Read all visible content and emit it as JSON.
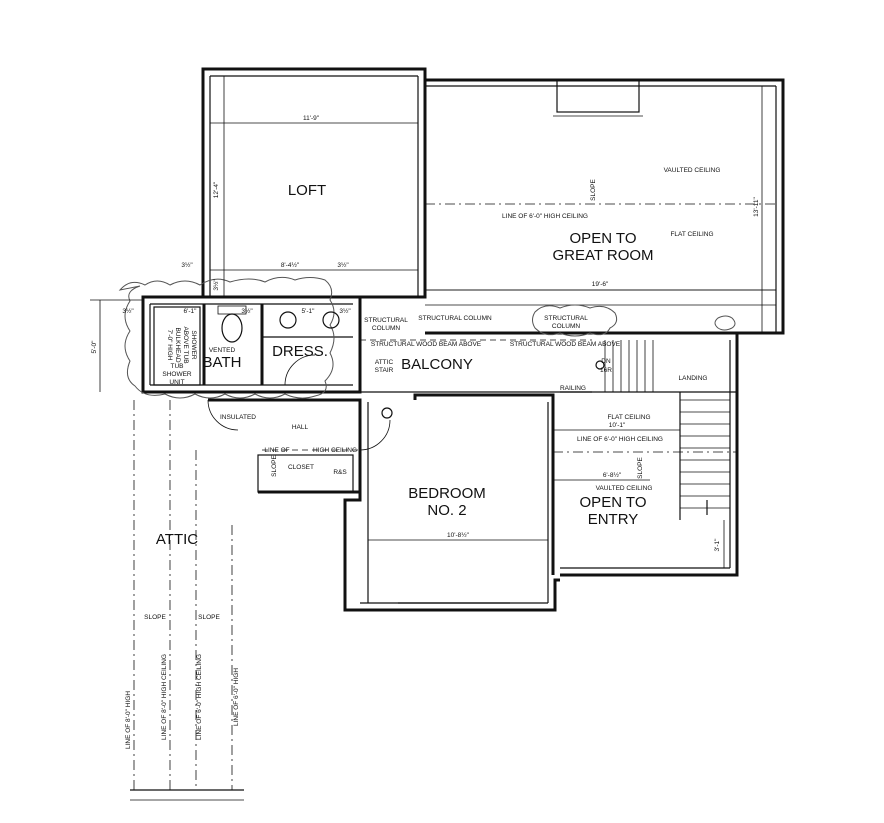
{
  "rooms": {
    "loft": "LOFT",
    "open_great_1": "OPEN TO",
    "open_great_2": "GREAT ROOM",
    "bath": "BATH",
    "dress": "DRESS.",
    "balcony": "BALCONY",
    "bedroom_1": "BEDROOM",
    "bedroom_2": "NO. 2",
    "open_entry_1": "OPEN TO",
    "open_entry_2": "ENTRY",
    "attic": "ATTIC",
    "hall": "HALL",
    "closet": "CLOSET",
    "landing": "LANDING"
  },
  "notes": {
    "vaulted_ceiling": "VAULTED CEILING",
    "flat_ceiling": "FLAT CEILING",
    "line_6_high": "LINE OF 6'-0\" HIGH CEILING",
    "slope": "SLOPE",
    "structural": "STRUCTURAL",
    "column": "COLUMN",
    "structural_column": "STRUCTURAL COLUMN",
    "beam_left": "STRUCTURAL WOOD BEAM ABOVE",
    "beam_right": "STRUCTURAL WOOD BEAM ABOVE",
    "attic_1": "ATTIC",
    "attic_2": "STAIR",
    "vented": "VENTED",
    "bulkhead_1": "7'-0\" HIGH",
    "bulkhead_2": "BULKHEAD",
    "bulkhead_3": "ABOVE TUB",
    "bulkhead_4": "SHOWER",
    "tub_1": "TUB",
    "tub_2": "SHOWER",
    "tub_3": "UNIT",
    "insulated": "INSULATED",
    "line_of": "LINE OF",
    "high_ceiling": "HIGH CEILING",
    "rs": "R&S",
    "dn": "DN",
    "risers": "16R",
    "railing": "RAILING",
    "line_8_high": "LINE OF 8'-0\" HIGH",
    "line_8_high_ceiling": "LINE OF 8'-0\" HIGH CEILING",
    "line_6_high_ceiling": "LINE OF 6'-0\" HIGH CEILING",
    "line_6_high_v": "LINE OF 6'-0\" HIGH"
  },
  "dims": {
    "loft_w": "11'-9\"",
    "loft_h": "12'-4\"",
    "loft_bottom": "8'-4½\"",
    "three_half": "3½\"",
    "great_w": "19'-6\"",
    "great_h": "13'-11\"",
    "six_one": "6'-1\"",
    "five_one": "5'-1\"",
    "five_zero": "5'-0\"",
    "bed_w": "10'-8½\"",
    "ten_one": "10'-1\"",
    "six_eight": "6'-8½\"",
    "three_one": "3'-1\""
  }
}
